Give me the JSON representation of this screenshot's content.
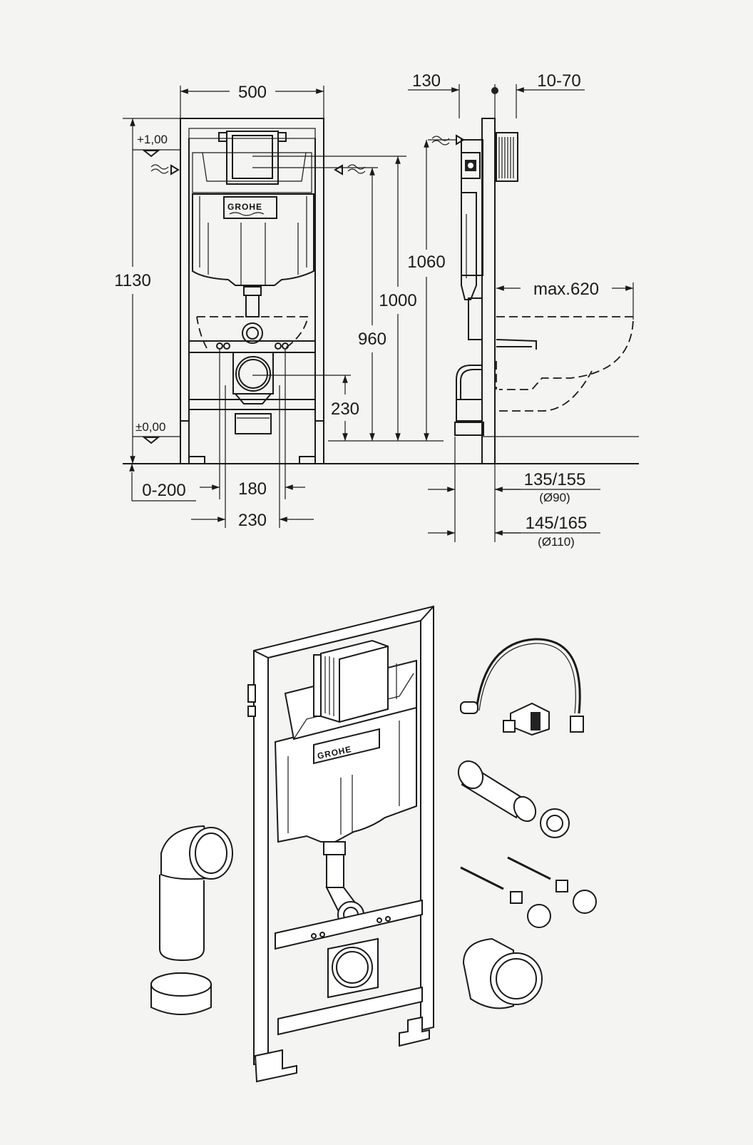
{
  "brand": {
    "logo_text": "GROHE"
  },
  "front_view": {
    "dims": {
      "width": "500",
      "height_total": "1130",
      "level_top": "+1,00",
      "level_zero": "±0,00",
      "h1000": "1000",
      "h960": "960",
      "h230": "230",
      "offset": "0-200",
      "w180": "180",
      "w230": "230"
    }
  },
  "side_view": {
    "dims": {
      "d130": "130",
      "d10_70": "10-70",
      "h1060": "1060",
      "max620": "max.620",
      "d135_155": "135/155",
      "pipe90": "(Ø90)",
      "d145_165": "145/165",
      "pipe110": "(Ø110)"
    }
  },
  "colors": {
    "background": "#f4f4f3",
    "line": "#1a1a1a"
  }
}
